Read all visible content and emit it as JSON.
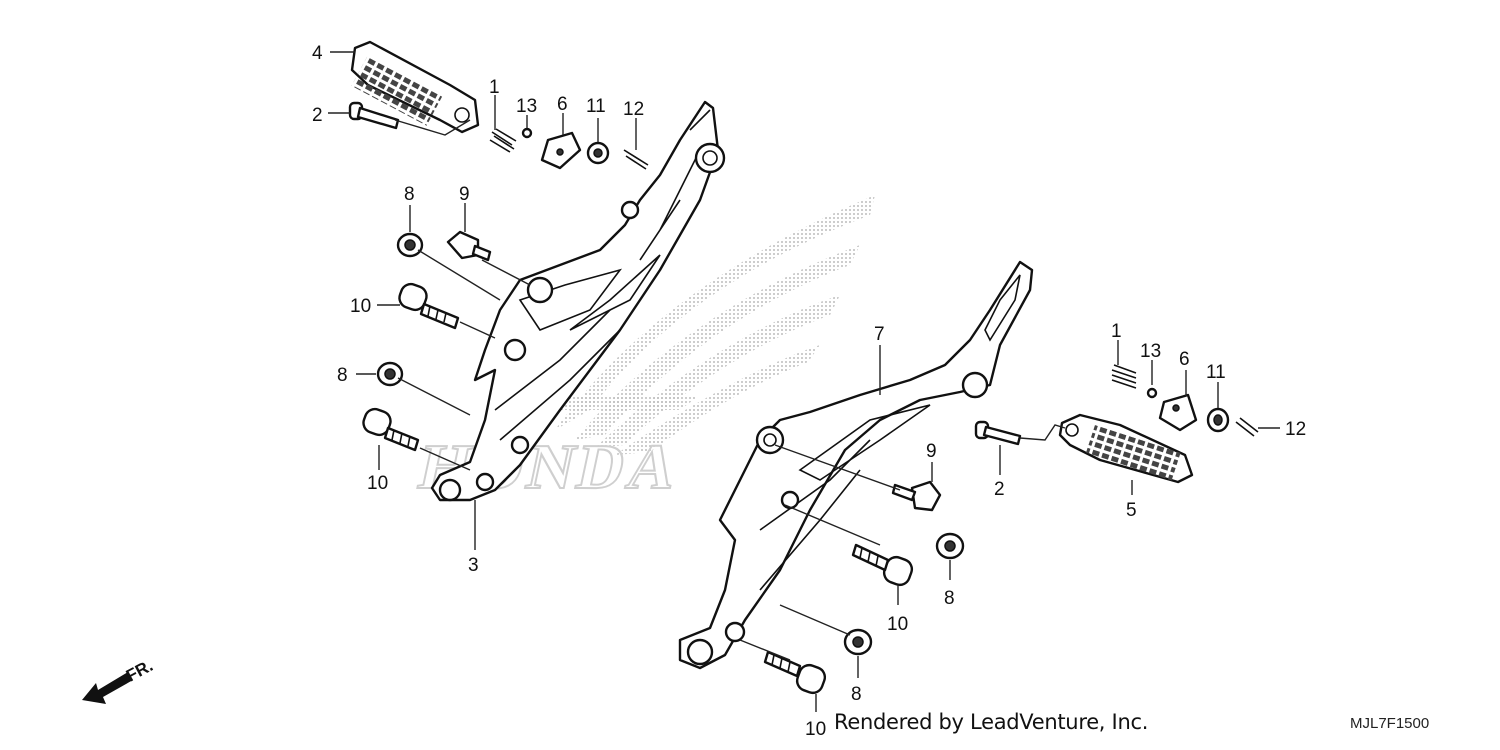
{
  "callouts": {
    "c4": "4",
    "c2a": "2",
    "c1a": "1",
    "c13a": "13",
    "c6a": "6",
    "c11a": "11",
    "c12a": "12",
    "c8a": "8",
    "c9a": "9",
    "c10a": "10",
    "c8b": "8",
    "c10b": "10",
    "c3": "3",
    "c7": "7",
    "c1b": "1",
    "c13b": "13",
    "c6b": "6",
    "c11b": "11",
    "c12b": "12",
    "c9b": "9",
    "c2b": "2",
    "c5": "5",
    "c8c": "8",
    "c10c": "10",
    "c8d": "8",
    "c10d": "10"
  },
  "front_arrow_label": "FR.",
  "credit": "Rendered by LeadVenture, Inc.",
  "diagram_code": "MJL7F1500",
  "watermark": "HONDA",
  "colors": {
    "line": "#111111",
    "watermark": "#c8c8c8",
    "background": "#ffffff"
  }
}
